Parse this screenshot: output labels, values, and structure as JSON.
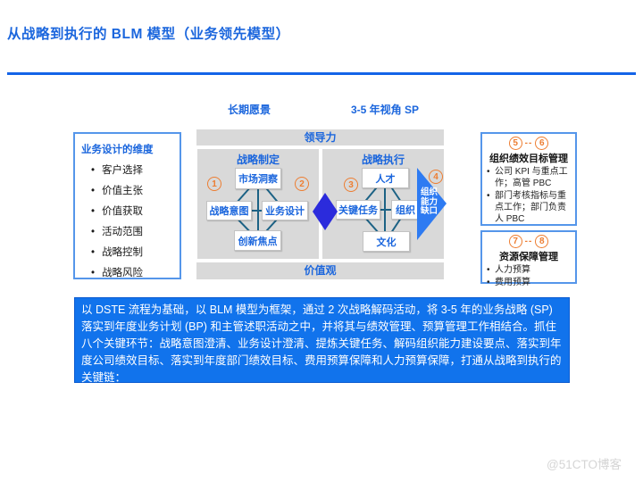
{
  "page": {
    "title": "从战略到执行的 BLM 模型（业务领先模型）",
    "watermark": "@51CTO博客"
  },
  "header": {
    "long_term_vision": "长期愿景",
    "sp_horizon": "3-5 年视角 SP"
  },
  "business_design": {
    "title": "业务设计的维度",
    "items": [
      "客户选择",
      "价值主张",
      "价值获取",
      "活动范围",
      "战略控制",
      "战略风险"
    ]
  },
  "blm": {
    "leadership": "领导力",
    "values": "价值观",
    "formulation": {
      "title": "战略制定",
      "top": "市场洞察",
      "left": "战略意图",
      "right": "业务设计",
      "bottom": "创新焦点"
    },
    "execution": {
      "title": "战略执行",
      "top": "人才",
      "left": "关键任务",
      "right": "组织",
      "bottom": "文化"
    },
    "gap_arrow": {
      "line1": "组织",
      "line2": "能力",
      "line3": "缺口"
    },
    "steps": {
      "s1": "1",
      "s2": "2",
      "s3": "3",
      "s4": "4"
    }
  },
  "org_performance": {
    "step_from": "5",
    "separator": "--",
    "step_to": "6",
    "title": "组织绩效目标管理",
    "items": [
      "公司 KPI 与重点工作；高管 PBC",
      "部门考核指标与重点工作；部门负责人 PBC"
    ]
  },
  "resource_guarantee": {
    "step_from": "7",
    "separator": "--",
    "step_to": "8",
    "title": "资源保障管理",
    "items": [
      "人力预算",
      "费用预算"
    ]
  },
  "description": "以 DSTE 流程为基础，以 BLM 模型为框架，通过 2 次战略解码活动，将 3-5 年的业务战略 (SP) 落实到年度业务计划 (BP) 和主管述职活动之中，并将其与绩效管理、预算管理工作相结合。抓住八个关键环节：战略意图澄清、业务设计澄清、提炼关键任务、解码组织能力建设要点、落实到年度公司绩效目标、落实到年度部门绩效目标、费用预算保障和人力预算保障，打通从战略到执行的关键链：",
  "colors": {
    "accent_blue": "#1B66DD",
    "panel_gray": "#D9D9D9",
    "connector_teal": "#1C6285",
    "diamond_blue": "#2B2BDC",
    "arrow_blue": "#2E7BF2",
    "step_orange": "#ED7D31",
    "description_bg": "#1173EC"
  }
}
